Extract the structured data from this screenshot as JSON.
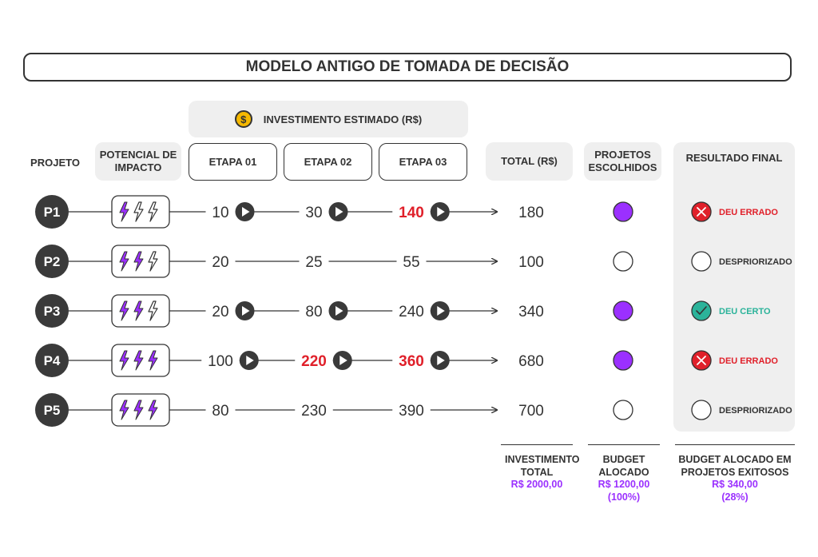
{
  "title": "MODELO ANTIGO DE TOMADA DE DECISÃO",
  "investment_header": "INVESTIMENTO ESTIMADO (R$)",
  "dollar_symbol": "$",
  "headers": {
    "projeto": "PROJETO",
    "potencial": "POTENCIAL DE IMPACTO",
    "etapa1": "ETAPA 01",
    "etapa2": "ETAPA 02",
    "etapa3": "ETAPA 03",
    "total": "TOTAL (R$)",
    "escolhidos": "PROJETOS ESCOLHIDOS",
    "resultado": "RESULTADO FINAL"
  },
  "colors": {
    "dark": "#333333",
    "purple": "#9b30ff",
    "red": "#e0202a",
    "teal": "#2bb39a",
    "gray_panel": "#efefef"
  },
  "rows": [
    {
      "id": "P1",
      "impact": 1,
      "etapas": [
        {
          "v": "10",
          "play": true,
          "red": false
        },
        {
          "v": "30",
          "play": true,
          "red": false
        },
        {
          "v": "140",
          "play": true,
          "red": true
        }
      ],
      "total": "180",
      "chosen": true,
      "result": "DEU ERRADO",
      "result_type": "error"
    },
    {
      "id": "P2",
      "impact": 2,
      "etapas": [
        {
          "v": "20",
          "play": false,
          "red": false
        },
        {
          "v": "25",
          "play": false,
          "red": false
        },
        {
          "v": "55",
          "play": false,
          "red": false
        }
      ],
      "total": "100",
      "chosen": false,
      "result": "DESPRIORIZADO",
      "result_type": "empty"
    },
    {
      "id": "P3",
      "impact": 2,
      "etapas": [
        {
          "v": "20",
          "play": true,
          "red": false
        },
        {
          "v": "80",
          "play": true,
          "red": false
        },
        {
          "v": "240",
          "play": true,
          "red": false
        }
      ],
      "total": "340",
      "chosen": true,
      "result": "DEU CERTO",
      "result_type": "success"
    },
    {
      "id": "P4",
      "impact": 3,
      "etapas": [
        {
          "v": "100",
          "play": true,
          "red": false
        },
        {
          "v": "220",
          "play": true,
          "red": true
        },
        {
          "v": "360",
          "play": true,
          "red": true
        }
      ],
      "total": "680",
      "chosen": true,
      "result": "DEU ERRADO",
      "result_type": "error"
    },
    {
      "id": "P5",
      "impact": 3,
      "etapas": [
        {
          "v": "80",
          "play": false,
          "red": false
        },
        {
          "v": "230",
          "play": false,
          "red": false
        },
        {
          "v": "390",
          "play": false,
          "red": false
        }
      ],
      "total": "700",
      "chosen": false,
      "result": "DESPRIORIZADO",
      "result_type": "empty"
    }
  ],
  "footer": {
    "investimento_label": "INVESTIMENTO TOTAL",
    "investimento_value": "R$ 2000,00",
    "budget_label": "BUDGET ALOCADO",
    "budget_value": "R$ 1200,00",
    "budget_pct": "(100%)",
    "exitosos_label": "BUDGET ALOCADO EM PROJETOS EXITOSOS",
    "exitosos_value": "R$ 340,00",
    "exitosos_pct": "(28%)"
  }
}
